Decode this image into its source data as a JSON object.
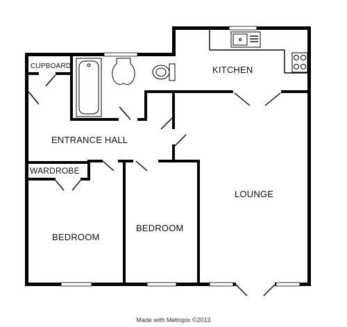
{
  "rooms": {
    "kitchen": "KITCHEN",
    "cupboard": "CUPBOARD",
    "entrance_hall": "ENTRANCE HALL",
    "wardrobe": "WARDROBE",
    "lounge": "LOUNGE",
    "bedroom_1": "BEDROOM",
    "bedroom_2": "BEDROOM"
  },
  "credit": "Made with Metropix ©2013"
}
